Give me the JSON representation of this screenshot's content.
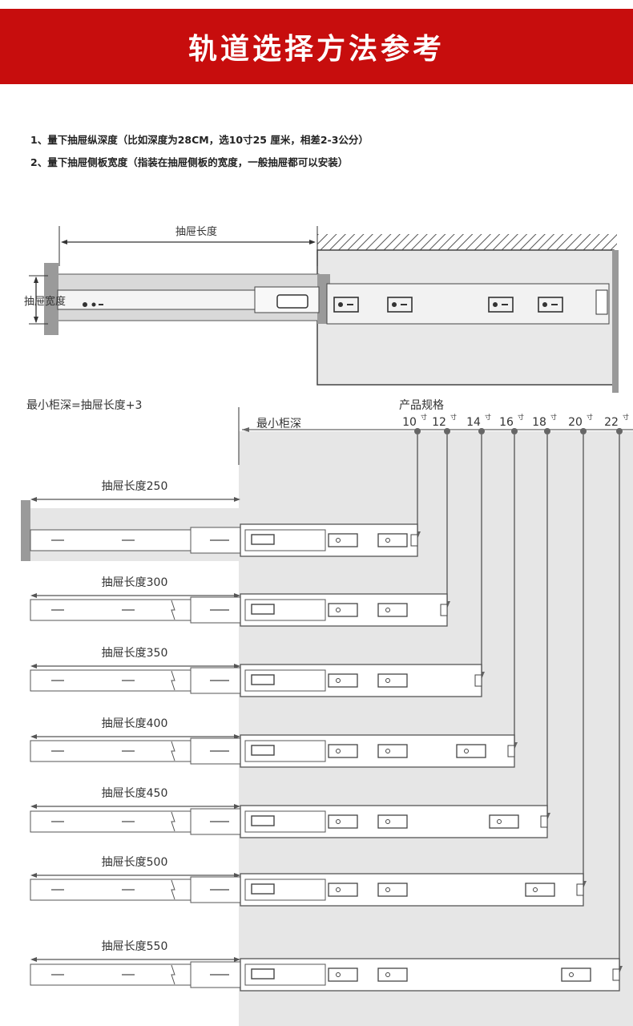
{
  "header": {
    "title": "轨道选择方法参考"
  },
  "notes": [
    "1、量下抽屉纵深度（比如深度为28CM，选10寸25 厘米，相差2-3公分）",
    "2、量下抽屉侧板宽度（指装在抽屉侧板的宽度，一般抽屉都可以安装）"
  ],
  "top_diagram": {
    "length_label": "抽屉长度",
    "width_label": "抽屉宽度"
  },
  "chart": {
    "formula": "最小柜深=抽屉长度+3",
    "spec_label": "产品规格",
    "min_depth_label": "最小柜深",
    "inch_unit": "寸",
    "sizes": [
      "10",
      "12",
      "14",
      "16",
      "18",
      "20",
      "22"
    ],
    "rows": [
      {
        "label": "抽屉长度250"
      },
      {
        "label": "抽屉长度300"
      },
      {
        "label": "抽屉长度350"
      },
      {
        "label": "抽屉长度400"
      },
      {
        "label": "抽屉长度450"
      },
      {
        "label": "抽屉长度500"
      },
      {
        "label": "抽屉长度550"
      }
    ]
  },
  "colors": {
    "banner": "#c70d0d",
    "shade": "#e6e6e6",
    "line": "#666666"
  }
}
